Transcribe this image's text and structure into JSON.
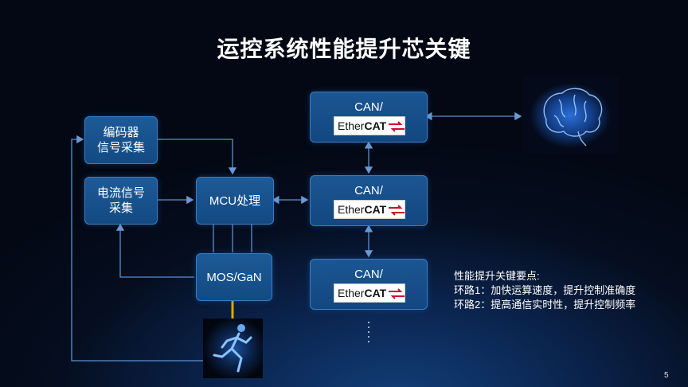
{
  "title": "运控系统性能提升芯关键",
  "blocks": {
    "encoder": [
      "编码器",
      "信号采集"
    ],
    "current": [
      "电流信号",
      "采集"
    ],
    "mcu": "MCU处理",
    "mos": "MOS/GaN"
  },
  "can_blocks": [
    {
      "label": "CAN/",
      "logo": {
        "ether": "Ether",
        "cat": "CAT"
      }
    },
    {
      "label": "CAN/",
      "logo": {
        "ether": "Ether",
        "cat": "CAT"
      }
    },
    {
      "label": "CAN/",
      "logo": {
        "ether": "Ether",
        "cat": "CAT"
      }
    }
  ],
  "notes": {
    "heading": "性能提升关键要点:",
    "line1": "环路1：加快运算速度，提升控制准确度",
    "line2": "环路2：提高通信实时性，提升控制频率"
  },
  "page_number": "5",
  "colors": {
    "accent_line": "#5b8fd1",
    "box_fill": "#1a5590",
    "power_line": "#e0a800"
  }
}
